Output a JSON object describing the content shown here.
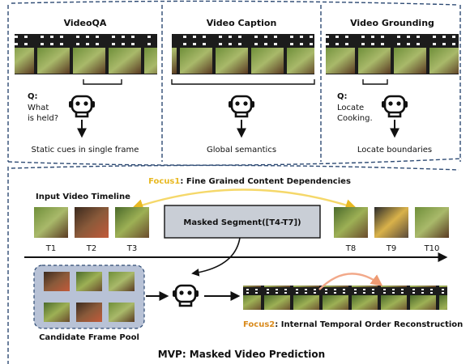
{
  "tasks": {
    "videoqa": {
      "title": "VideoQA",
      "q_label": "Q:",
      "q_lines": [
        "What",
        "is held?"
      ],
      "caption": "Static cues in single frame"
    },
    "caption": {
      "title": "Video Caption",
      "caption": "Global semantics"
    },
    "grounding": {
      "title": "Video Grounding",
      "q_label": "Q:",
      "q_lines": [
        "Locate",
        "Cooking."
      ],
      "caption": "Locate boundaries"
    }
  },
  "mvp": {
    "focus1_tag": "Focus1",
    "focus1_text": ": Fine Grained Content Dependencies",
    "timeline_label": "Input Video Timeline",
    "frames": [
      "T1",
      "T2",
      "T3",
      "T8",
      "T9",
      "T10"
    ],
    "masked_label": "Masked Segment([T4-T7])",
    "pool_label": "Candidate Frame Pool",
    "focus2_tag": "Focus2",
    "focus2_text": ": Internal Temporal Order Reconstruction",
    "title": "MVP: Masked Video Prediction"
  },
  "colors": {
    "focus1": "#e8b923",
    "focus2": "#d98a1c",
    "focus1_arc": "#f5d86a",
    "focus2_arc": "#f2a98a",
    "masked_box": "#c9ced6",
    "pool_box": "#b8c2d6",
    "dashed_border": "#2d4a73"
  }
}
